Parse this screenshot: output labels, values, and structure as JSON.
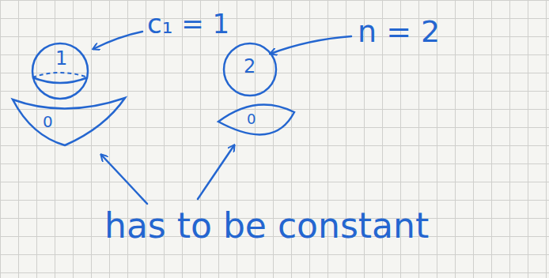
{
  "diagram": {
    "nodes": [
      {
        "text": [
          "1"
        ]
      },
      {
        "text": [
          "0"
        ]
      },
      {
        "text": [
          "2"
        ]
      },
      {
        "text": [
          "0"
        ]
      }
    ],
    "labels": [
      "c₁ = 1",
      "n = 2",
      "has to be constant"
    ]
  }
}
